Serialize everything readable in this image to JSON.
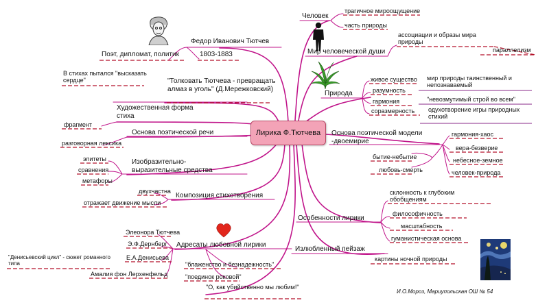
{
  "center": "Лирика Ф.Тютчева",
  "left": {
    "name": "Федор Иванович Тютчев",
    "years": "1803-1883",
    "roles": "Поэт, дипломат, политик",
    "quote": "\"Толковать Тютчева - превращать алмаз в уголь\" (Д.Мережковский)",
    "heart_of_verse": "В стихах пытался \"высказать сердце\"",
    "form": "Художественная форма стиха",
    "fragment": "фрагмент",
    "basis_speech": "Основа поэтической речи",
    "colloquial": "разговорная лексика",
    "means": "Изобразительно-выразительные средства",
    "epithets": "эпитеты",
    "comparisons": "сравнения",
    "metaphors": "метафоры",
    "composition": "Композиция стихотворения",
    "two_part": "двухчастна",
    "reflects": "отражает движение мысли",
    "addressees": "Адресаты любовной лирики",
    "eleonora": "Элеонора Тютчева",
    "dernberg": "Э.Ф.Дернберг",
    "denisyeva": "Е.А.Денисьева",
    "denis_cycle": "\"Денисьевский цикл\" - сюжет романного типа",
    "amalia": "Амалия фон Лерхенфельд",
    "bliss": "\"блаженство и безнадежность\"",
    "duel": "\"поединок роковой\"",
    "oh_how": "\"О, как убийственно мы любим!\""
  },
  "right": {
    "man": "Человек",
    "tragic": "трагичное мироощущение",
    "part_nature": "часть природы",
    "soul_world": "Мир человеческой души",
    "assoc": "ассоциации и образы мира природы",
    "parallelism": "параллелизм",
    "nature": "Природа",
    "living": "живое существо",
    "reasonable": "разумность",
    "harmony": "гармония",
    "proportion": "соразмерность",
    "mysterious": "мир природы таинственный и непознаваемый",
    "imperturbable": "\"невозмутимый строй во всем\"",
    "animation": "одухотворение игры природных стихий",
    "model": "Основа поэтической модели -двоемирие",
    "being": "бытие-небытие",
    "love_death": "любовь-смерть",
    "harmony_chaos": "гармония-хаос",
    "faith": "вера-безверие",
    "heaven": "небесное-земное",
    "man_nature": "человек-природа",
    "features": "Особенности лирики",
    "generalize": "склонность к глубоким обобщениям",
    "philosophical": "философичность",
    "scale": "масштабность",
    "humanistic": "гуманистическая основа",
    "landscape": "Излюбленный пейзаж",
    "night": "картины ночной природы"
  },
  "credit": "И.О.Мороз, Мариупольская ОШ № 54",
  "colors": {
    "branch": "#c0148a",
    "leaf": "#b3122a",
    "center_fill": "#f3a3b7"
  },
  "icons": [
    "portrait-sketch",
    "man-silhouette",
    "plant-icon",
    "heart-icon",
    "starry-night-painting"
  ]
}
